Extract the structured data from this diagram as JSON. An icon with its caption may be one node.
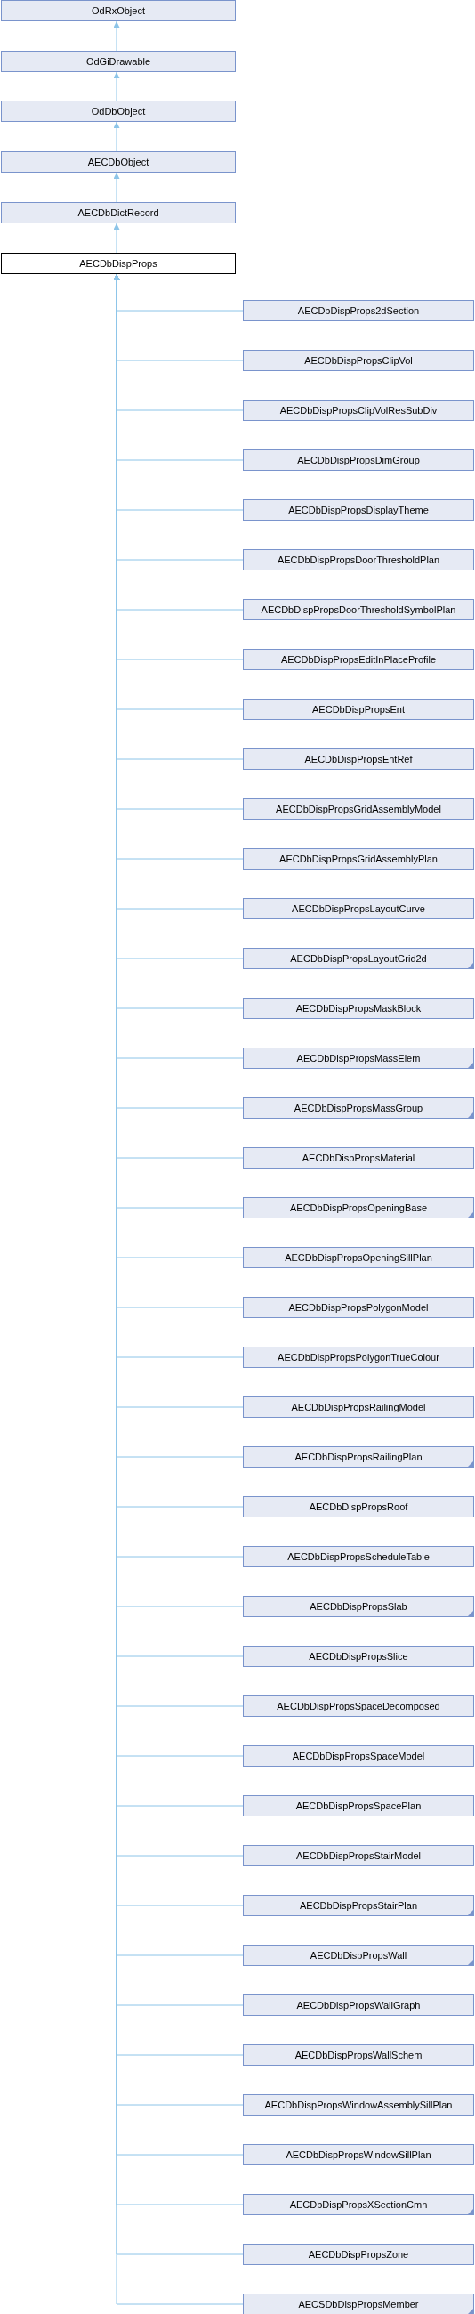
{
  "diagram": {
    "nodes": [
      {
        "text": [
          "OdRxObject"
        ]
      },
      {
        "text": [
          "OdGiDrawable"
        ]
      },
      {
        "text": [
          "OdDbObject"
        ]
      },
      {
        "text": [
          "AECDbObject"
        ]
      },
      {
        "text": [
          "AECDbDictRecord"
        ]
      },
      {
        "text": [
          "AECDbDispProps"
        ]
      },
      {
        "text": [
          "AECDbDispProps2dSection"
        ]
      },
      {
        "text": [
          "AECDbDispPropsClipVol"
        ]
      },
      {
        "text": [
          "AECDbDispPropsClipVolResSubDiv"
        ]
      },
      {
        "text": [
          "AECDbDispPropsDimGroup"
        ]
      },
      {
        "text": [
          "AECDbDispPropsDisplayTheme"
        ]
      },
      {
        "text": [
          "AECDbDispPropsDoorThresholdPlan"
        ]
      },
      {
        "text": [
          "AECDbDispPropsDoorThresholdSymbolPlan"
        ]
      },
      {
        "text": [
          "AECDbDispPropsEditInPlaceProfile"
        ]
      },
      {
        "text": [
          "AECDbDispPropsEnt"
        ]
      },
      {
        "text": [
          "AECDbDispPropsEntRef"
        ]
      },
      {
        "text": [
          "AECDbDispPropsGridAssemblyModel"
        ]
      },
      {
        "text": [
          "AECDbDispPropsGridAssemblyPlan"
        ]
      },
      {
        "text": [
          "AECDbDispPropsLayoutCurve"
        ]
      },
      {
        "text": [
          "AECDbDispPropsLayoutGrid2d"
        ]
      },
      {
        "text": [
          "AECDbDispPropsMaskBlock"
        ]
      },
      {
        "text": [
          "AECDbDispPropsMassElem"
        ]
      },
      {
        "text": [
          "AECDbDispPropsMassGroup"
        ]
      },
      {
        "text": [
          "AECDbDispPropsMaterial"
        ]
      },
      {
        "text": [
          "AECDbDispPropsOpeningBase"
        ]
      },
      {
        "text": [
          "AECDbDispPropsOpeningSillPlan"
        ]
      },
      {
        "text": [
          "AECDbDispPropsPolygonModel"
        ]
      },
      {
        "text": [
          "AECDbDispPropsPolygonTrueColour"
        ]
      },
      {
        "text": [
          "AECDbDispPropsRailingModel"
        ]
      },
      {
        "text": [
          "AECDbDispPropsRailingPlan"
        ]
      },
      {
        "text": [
          "AECDbDispPropsRoof"
        ]
      },
      {
        "text": [
          "AECDbDispPropsScheduleTable"
        ]
      },
      {
        "text": [
          "AECDbDispPropsSlab"
        ]
      },
      {
        "text": [
          "AECDbDispPropsSlice"
        ]
      },
      {
        "text": [
          "AECDbDispPropsSpaceDecomposed"
        ]
      },
      {
        "text": [
          "AECDbDispPropsSpaceModel"
        ]
      },
      {
        "text": [
          "AECDbDispPropsSpacePlan"
        ]
      },
      {
        "text": [
          "AECDbDispPropsStairModel"
        ]
      },
      {
        "text": [
          "AECDbDispPropsStairPlan"
        ]
      },
      {
        "text": [
          "AECDbDispPropsWall"
        ]
      },
      {
        "text": [
          "AECDbDispPropsWallGraph"
        ]
      },
      {
        "text": [
          "AECDbDispPropsWallSchem"
        ]
      },
      {
        "text": [
          "AECDbDispPropsWindowAssemblySillPlan"
        ]
      },
      {
        "text": [
          "AECDbDispPropsWindowSillPlan"
        ]
      },
      {
        "text": [
          "AECDbDispPropsXSectionCmn"
        ]
      },
      {
        "text": [
          "AECDbDispPropsZone"
        ]
      },
      {
        "text": [
          "AECSDbDispPropsMember"
        ]
      }
    ],
    "edges": [
      {
        "from": 1,
        "to": 0,
        "arrow": "to"
      },
      {
        "from": 2,
        "to": 1,
        "arrow": "to"
      },
      {
        "from": 3,
        "to": 2,
        "arrow": "to"
      },
      {
        "from": 4,
        "to": 3,
        "arrow": "to"
      },
      {
        "from": 5,
        "to": 4,
        "arrow": "to"
      },
      {
        "from": 6,
        "to": 5,
        "arrow": "to"
      },
      {
        "from": 7,
        "to": 5,
        "arrow": "to"
      },
      {
        "from": 8,
        "to": 5,
        "arrow": "to"
      },
      {
        "from": 9,
        "to": 5,
        "arrow": "to"
      },
      {
        "from": 10,
        "to": 5,
        "arrow": "to"
      },
      {
        "from": 11,
        "to": 5,
        "arrow": "to"
      },
      {
        "from": 12,
        "to": 5,
        "arrow": "to"
      },
      {
        "from": 13,
        "to": 5,
        "arrow": "to"
      },
      {
        "from": 14,
        "to": 5,
        "arrow": "to"
      },
      {
        "from": 15,
        "to": 5,
        "arrow": "to"
      },
      {
        "from": 16,
        "to": 5,
        "arrow": "to"
      },
      {
        "from": 17,
        "to": 5,
        "arrow": "to"
      },
      {
        "from": 18,
        "to": 5,
        "arrow": "to"
      },
      {
        "from": 19,
        "to": 5,
        "arrow": "to"
      },
      {
        "from": 20,
        "to": 5,
        "arrow": "to"
      },
      {
        "from": 21,
        "to": 5,
        "arrow": "to"
      },
      {
        "from": 22,
        "to": 5,
        "arrow": "to"
      },
      {
        "from": 23,
        "to": 5,
        "arrow": "to"
      },
      {
        "from": 24,
        "to": 5,
        "arrow": "to"
      },
      {
        "from": 25,
        "to": 5,
        "arrow": "to"
      },
      {
        "from": 26,
        "to": 5,
        "arrow": "to"
      },
      {
        "from": 27,
        "to": 5,
        "arrow": "to"
      },
      {
        "from": 28,
        "to": 5,
        "arrow": "to"
      },
      {
        "from": 29,
        "to": 5,
        "arrow": "to"
      },
      {
        "from": 30,
        "to": 5,
        "arrow": "to"
      },
      {
        "from": 31,
        "to": 5,
        "arrow": "to"
      },
      {
        "from": 32,
        "to": 5,
        "arrow": "to"
      },
      {
        "from": 33,
        "to": 5,
        "arrow": "to"
      },
      {
        "from": 34,
        "to": 5,
        "arrow": "to"
      },
      {
        "from": 35,
        "to": 5,
        "arrow": "to"
      },
      {
        "from": 36,
        "to": 5,
        "arrow": "to"
      },
      {
        "from": 37,
        "to": 5,
        "arrow": "to"
      },
      {
        "from": 38,
        "to": 5,
        "arrow": "to"
      },
      {
        "from": 39,
        "to": 5,
        "arrow": "to"
      },
      {
        "from": 40,
        "to": 5,
        "arrow": "to"
      },
      {
        "from": 41,
        "to": 5,
        "arrow": "to"
      },
      {
        "from": 42,
        "to": 5,
        "arrow": "to"
      },
      {
        "from": 43,
        "to": 5,
        "arrow": "to"
      },
      {
        "from": 44,
        "to": 5,
        "arrow": "to"
      },
      {
        "from": 45,
        "to": 5,
        "arrow": "to"
      },
      {
        "from": 46,
        "to": 5,
        "arrow": "to"
      }
    ]
  }
}
